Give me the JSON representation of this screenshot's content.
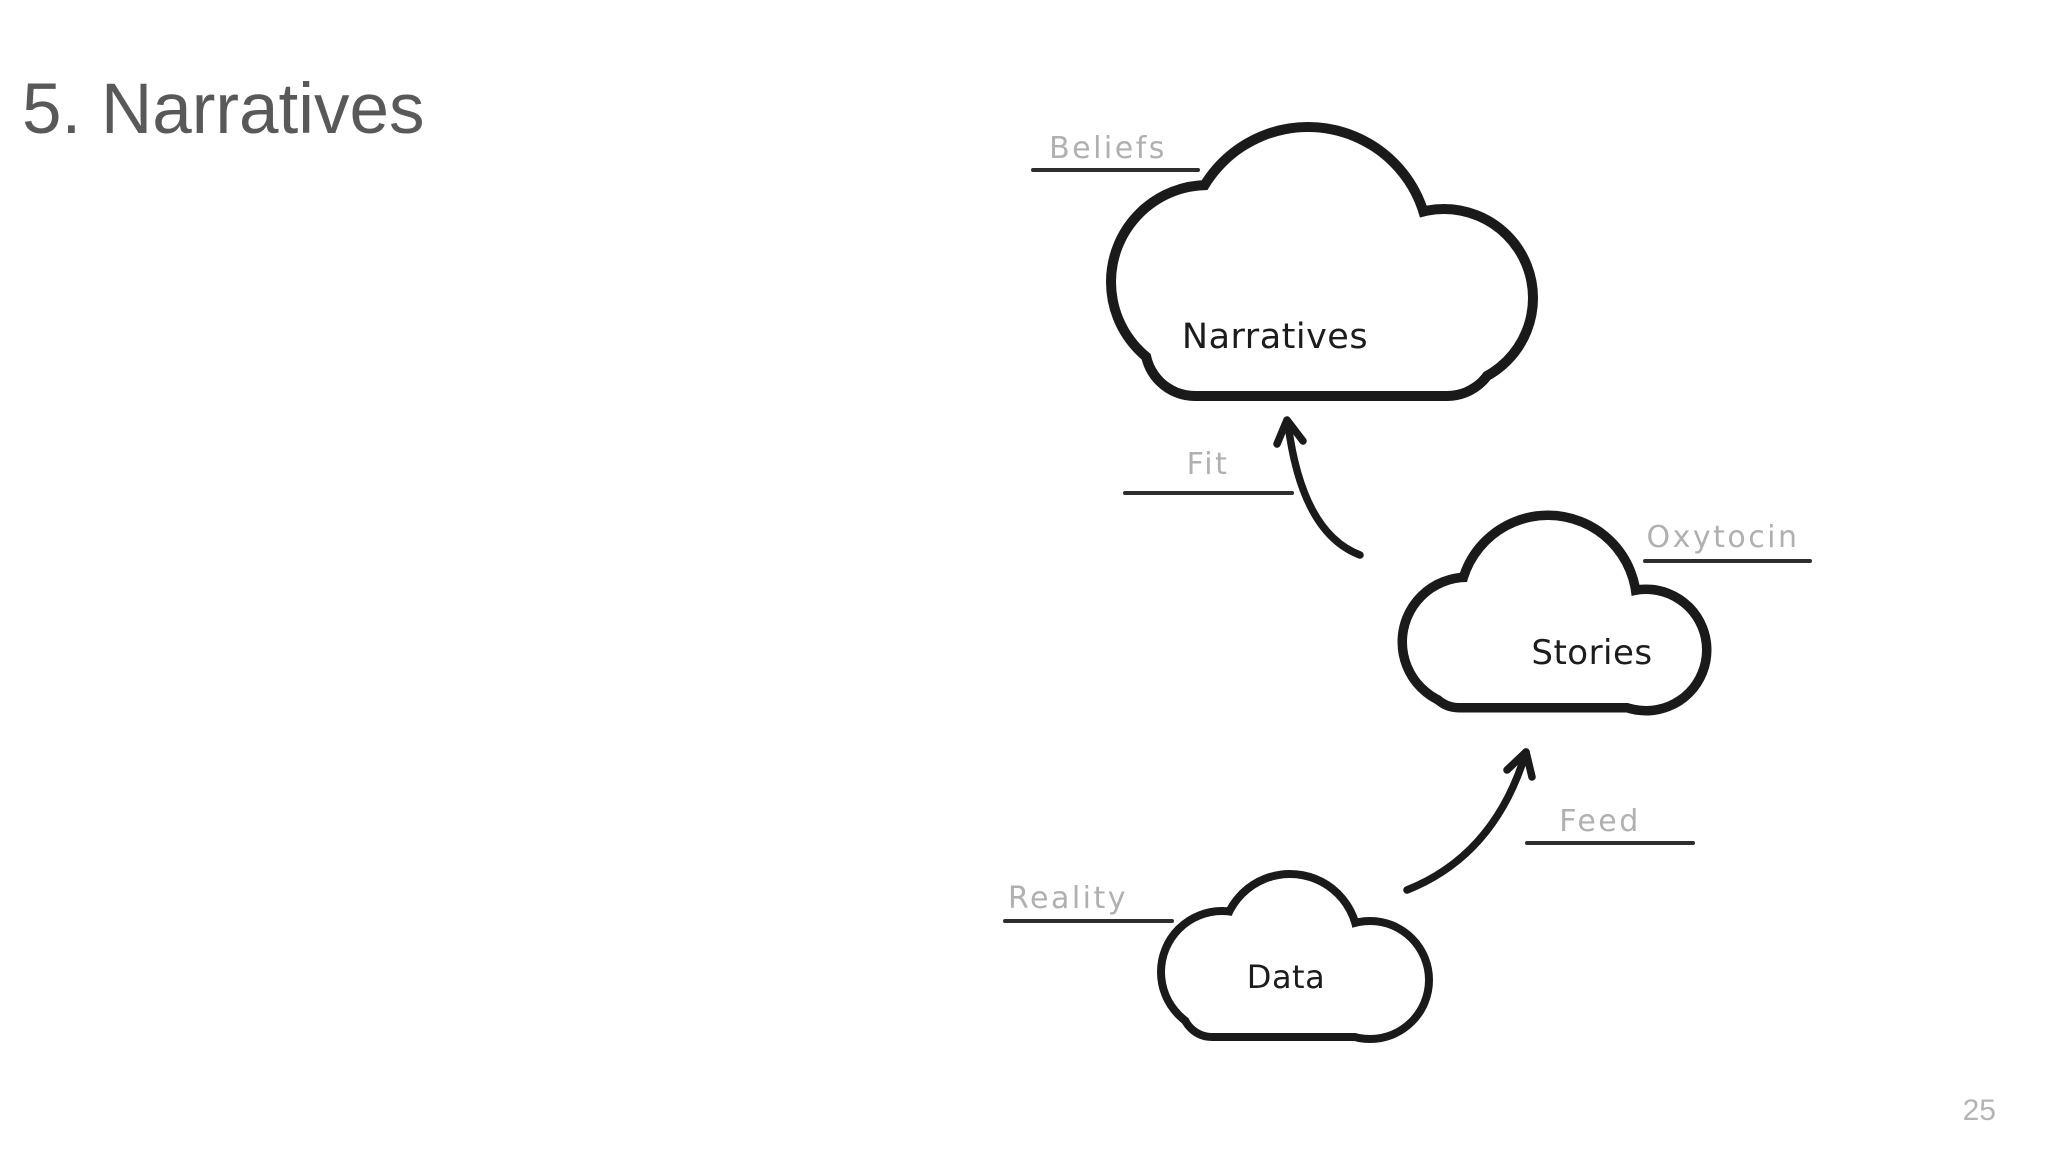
{
  "slide": {
    "title": "5. Narratives",
    "page_number": "25",
    "background": "#ffffff"
  },
  "diagram": {
    "clouds": [
      {
        "label": "Narratives"
      },
      {
        "label": "Stories"
      },
      {
        "label": "Data"
      }
    ],
    "blanks": [
      {
        "text": "Beliefs",
        "attached_to": "Narratives cloud"
      },
      {
        "text": "Fit",
        "attached_to": "Stories to Narratives arrow"
      },
      {
        "text": "Oxytocin",
        "attached_to": "Stories cloud"
      },
      {
        "text": "Feed",
        "attached_to": "Data to Stories arrow"
      },
      {
        "text": "Reality",
        "attached_to": "Data cloud"
      }
    ],
    "arrows": [
      {
        "name": "fit-arrow",
        "from": "Stories",
        "to": "Narratives"
      },
      {
        "name": "feed-arrow",
        "from": "Data",
        "to": "Stories"
      }
    ],
    "colors": {
      "cloud_outline": "#1a1a1a",
      "cloud_fill": "#ffffff",
      "handwriting": "#1c1c1c",
      "blank_label": "#b0b0b0",
      "blank_line": "#2e2e2e",
      "title": "#595959",
      "page_number": "#b3b3b3"
    }
  }
}
